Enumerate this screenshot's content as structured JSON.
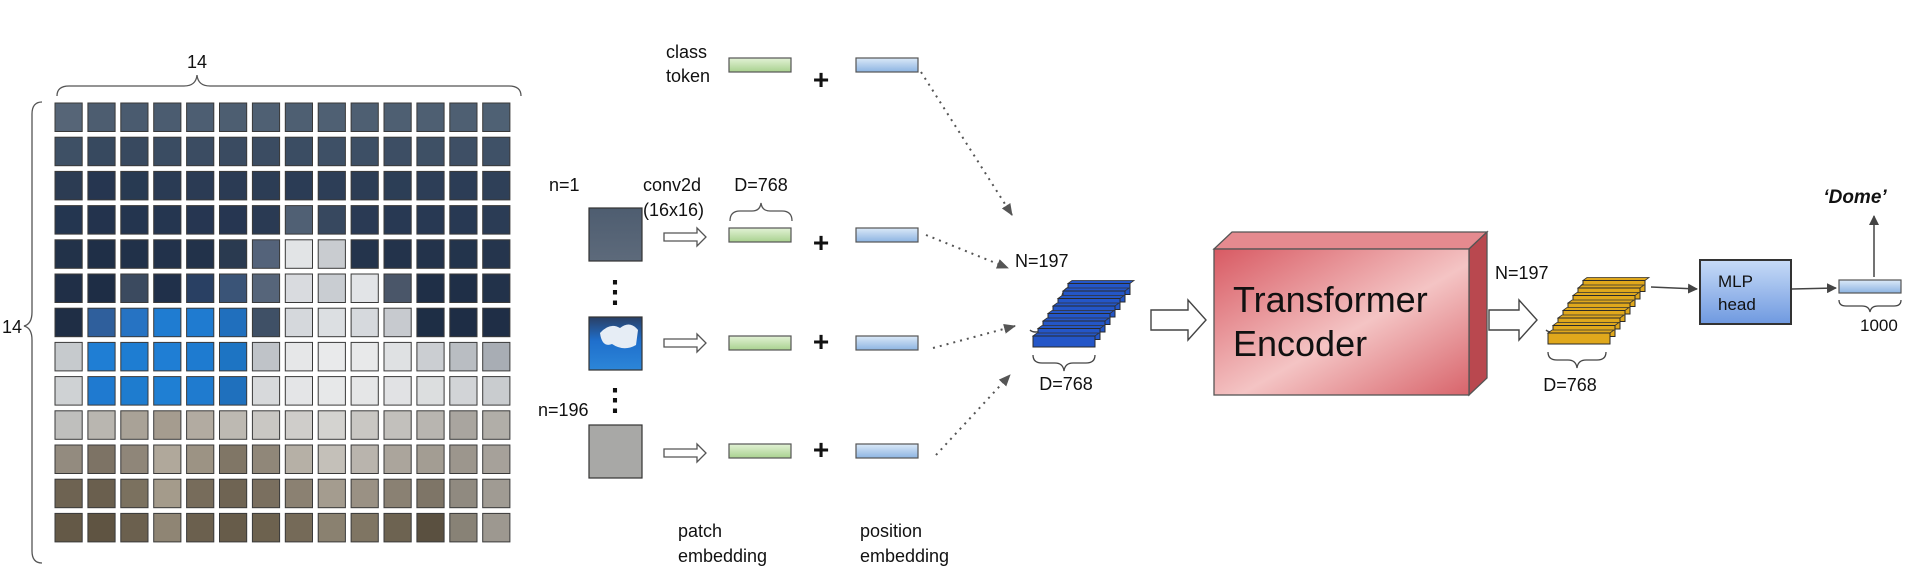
{
  "grid": {
    "width_label": "14",
    "height_label": "14",
    "rows": [
      [
        "#566577",
        "#4d5d70",
        "#4a5b6f",
        "#4b5c70",
        "#4d5e72",
        "#4d5e71",
        "#4f6073",
        "#4e5f72",
        "#4f6073",
        "#4e5f72",
        "#4e5f72",
        "#4e5f72",
        "#4e5f72",
        "#4f6174"
      ],
      [
        "#3e5065",
        "#37495f",
        "#38495f",
        "#3a4c62",
        "#3b4c62",
        "#3a4b61",
        "#3b4c62",
        "#3b4d63",
        "#3e5066",
        "#3d4f65",
        "#3d4e64",
        "#3e5065",
        "#3e4f65",
        "#3f5167"
      ],
      [
        "#2c3c53",
        "#263650",
        "#283a52",
        "#2a3b54",
        "#2b3b54",
        "#2b3b54",
        "#2c3d55",
        "#2b3c55",
        "#2d3e57",
        "#2c3d55",
        "#2c3e56",
        "#2d3e57",
        "#2c3d56",
        "#2f4058"
      ],
      [
        "#243650",
        "#23334d",
        "#24354f",
        "#253650",
        "#263651",
        "#263651",
        "#2a3a53",
        "#506074",
        "#37485f",
        "#2a3a54",
        "#283953",
        "#283953",
        "#283953",
        "#2b3c55"
      ],
      [
        "#223249",
        "#1f2f47",
        "#213149",
        "#22324b",
        "#22324a",
        "#2a3a50",
        "#54637a",
        "#e2e4e6",
        "#c9ccd0",
        "#24344c",
        "#23334b",
        "#23334b",
        "#23344c",
        "#25354d"
      ],
      [
        "#202f47",
        "#1e2d45",
        "#3b4a5f",
        "#20304a",
        "#294063",
        "#3a5477",
        "#56657a",
        "#d9dbdf",
        "#c9cdd2",
        "#e2e4e7",
        "#4a5669",
        "#1f2f47",
        "#1f2f47",
        "#22324a"
      ],
      [
        "#1f2e45",
        "#2f5f9c",
        "#2673c3",
        "#1f7cd1",
        "#1f7bd0",
        "#206fbd",
        "#3f5066",
        "#d5d8dc",
        "#dcdfe2",
        "#d6d9dd",
        "#c7cacf",
        "#1e2e45",
        "#1e2d45",
        "#1f2e46"
      ],
      [
        "#c6cacd",
        "#1f7ed4",
        "#1e7dd2",
        "#1f7ed4",
        "#1e7bd0",
        "#1d74c3",
        "#bfc3c8",
        "#e6e7e8",
        "#e9eaeb",
        "#e8e9ea",
        "#dfe1e3",
        "#cbced2",
        "#b9bdc2",
        "#a8adb4"
      ],
      [
        "#cfd2d4",
        "#1f7ad0",
        "#1e7ccf",
        "#1f7fd3",
        "#1f7bcf",
        "#1f70bd",
        "#d7d9db",
        "#e4e5e7",
        "#e7e8e9",
        "#e5e6e7",
        "#e1e2e4",
        "#dcdedf",
        "#d2d4d7",
        "#c9cccf"
      ],
      [
        "#bfbfbd",
        "#b9b6b0",
        "#a9a297",
        "#a59c8f",
        "#b2aba1",
        "#bdb9b2",
        "#c9c7c3",
        "#cfcdca",
        "#d4d3d0",
        "#c9c7c3",
        "#c2c0bc",
        "#b8b5b0",
        "#a9a59f",
        "#b1aea8"
      ],
      [
        "#938b7f",
        "#7d7365",
        "#8f8679",
        "#b0a89b",
        "#9c9384",
        "#807666",
        "#908779",
        "#b6b0a6",
        "#c4c0b9",
        "#b9b4ad",
        "#aba59c",
        "#a39d93",
        "#9c968d",
        "#a6a19a"
      ],
      [
        "#6e6352",
        "#6a5f4e",
        "#7b715f",
        "#a49b8b",
        "#776c5b",
        "#6f6453",
        "#7a6f5f",
        "#8b8172",
        "#a49c8f",
        "#9a9184",
        "#8a8173",
        "#7e7567",
        "#908a80",
        "#a09b93"
      ],
      [
        "#645947",
        "#5f5442",
        "#6b604e",
        "#8f8574",
        "#6b604e",
        "#675c4a",
        "#6d624f",
        "#756a58",
        "#8a8170",
        "#7f7563",
        "#6d6351",
        "#5a5040",
        "#888276",
        "#9d9890"
      ]
    ]
  },
  "tokens": {
    "class_token_label_1": "class",
    "class_token_label_2": "token",
    "n1_label": "n=1",
    "n196_label": "n=196",
    "conv_label_1": "conv2d",
    "conv_label_2": "(16x16)",
    "d_label": "D=768",
    "plus": "+",
    "patch_embedding_1": "patch",
    "patch_embedding_2": "embedding",
    "position_embedding_1": "position",
    "position_embedding_2": "embedding",
    "vdots": "⋮"
  },
  "sequence": {
    "n_label": "N=197",
    "d_label": "D=768"
  },
  "encoder": {
    "line1": "Transformer",
    "line2": "Encoder"
  },
  "output": {
    "n_label": "N=197",
    "d_label": "D=768",
    "mlp_line1": "MLP",
    "mlp_line2": "head",
    "classes_label": "1000",
    "prediction": "‘Dome’"
  },
  "colors": {
    "patch_embedding": "#bfe0ad",
    "position_embedding": "#a9c8ea",
    "sequence_stack": "#2456c8",
    "output_stack": "#e0a81c",
    "encoder": "#d9646b",
    "mlp_head": "#8fb4ea"
  }
}
